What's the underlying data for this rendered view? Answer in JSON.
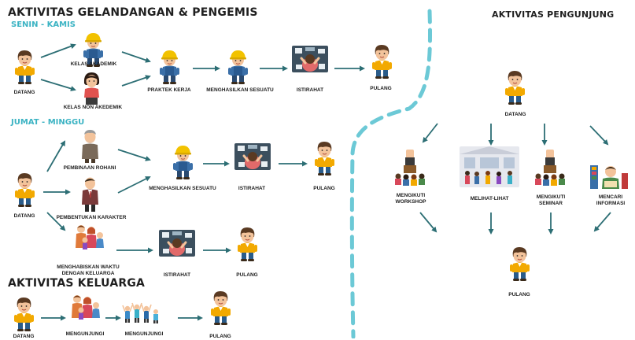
{
  "titles": {
    "left": "AKTIVITAS GELANDANGAN & PENGEMIS",
    "right": "AKTIVITAS PENGUNJUNG",
    "family": "AKTIVITAS KELUARGA"
  },
  "subtitles": {
    "weekday": "SENIN - KAMIS",
    "weekend": "JUMAT - MINGGU"
  },
  "row1": {
    "datang": "DATANG",
    "kelas_akademik": "KELAS AKADEMIK",
    "kelas_non": "KELAS NON AKEDEMIK",
    "praktek": "PRAKTEK KERJA",
    "menghasilkan": "MENGHASILKAN SESUATU",
    "istirahat": "ISTIRAHAT",
    "pulang": "PULANG"
  },
  "row2": {
    "datang": "DATANG",
    "rohani": "PEMBINAAN ROHANI",
    "karakter": "PEMBENTUKAN KARAKTER",
    "keluarga_line1": "MENGHABISKAN WAKTU",
    "keluarga_line2": "DENGAN KELUARGA",
    "menghasilkan": "MENGHASILKAN SESUATU",
    "istirahat_a": "ISTIRAHAT",
    "pulang_a": "PULANG",
    "istirahat_b": "ISTIRAHAT",
    "pulang_b": "PULANG"
  },
  "family": {
    "datang": "DATANG",
    "mengunjungi_a": "MENGUNJUNGI",
    "mengunjungi_b": "MENGUNJUNGI",
    "pulang": "PULANG"
  },
  "visitor": {
    "datang": "DATANG",
    "workshop_line1": "MENGIKUTI",
    "workshop_line2": "WORKSHOP",
    "melihat": "MELIHAT-LIHAT",
    "seminar_line1": "MENGIKUTI",
    "seminar_line2": "SEMINAR",
    "informasi_line1": "MENCARI",
    "informasi_line2": "INFORMASI",
    "pulang": "PULANG"
  },
  "colors": {
    "arrow": "#2c6e74",
    "divider": "#6cc9d6",
    "subtitle": "#3bb3c3",
    "shirt": "#f2a900",
    "skin": "#f3c39b",
    "hair": "#5a3a22",
    "pants": "#2a5c8a"
  }
}
